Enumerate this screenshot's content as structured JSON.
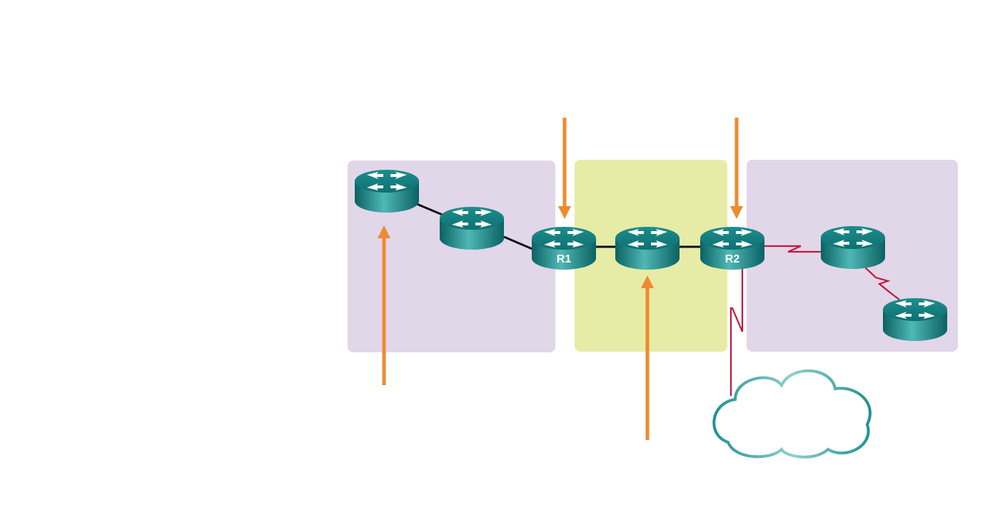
{
  "diagram": {
    "areas": [
      {
        "id": "left-area",
        "color": "#e1d7e9"
      },
      {
        "id": "center-area",
        "color": "#e6eca6"
      },
      {
        "id": "right-area",
        "color": "#e1d7e9"
      }
    ],
    "routers": [
      {
        "id": "router-a",
        "label": ""
      },
      {
        "id": "router-b",
        "label": ""
      },
      {
        "id": "router-r1",
        "label": "R1"
      },
      {
        "id": "router-c",
        "label": ""
      },
      {
        "id": "router-r2",
        "label": "R2"
      },
      {
        "id": "router-d",
        "label": ""
      },
      {
        "id": "router-e",
        "label": ""
      }
    ],
    "links": [
      {
        "from": "router-a",
        "to": "router-b",
        "type": "ethernet"
      },
      {
        "from": "router-b",
        "to": "router-r1",
        "type": "ethernet"
      },
      {
        "from": "router-r1",
        "to": "router-c",
        "type": "ethernet"
      },
      {
        "from": "router-c",
        "to": "router-r2",
        "type": "ethernet"
      },
      {
        "from": "router-r2",
        "to": "router-d",
        "type": "serial"
      },
      {
        "from": "router-d",
        "to": "router-e",
        "type": "serial"
      },
      {
        "from": "router-r2",
        "to": "cloud",
        "type": "serial"
      }
    ],
    "pointers": [
      "arrow-to-router-a",
      "arrow-to-r1",
      "arrow-to-router-c",
      "arrow-to-r2"
    ],
    "colors": {
      "router_body": "#0f7f80",
      "router_top": "#2a9c9a",
      "ethernet_link": "#111111",
      "serial_link": "#c4163e",
      "arrow": "#ef8a2e",
      "cloud_outline": "#2f9e9a"
    }
  }
}
